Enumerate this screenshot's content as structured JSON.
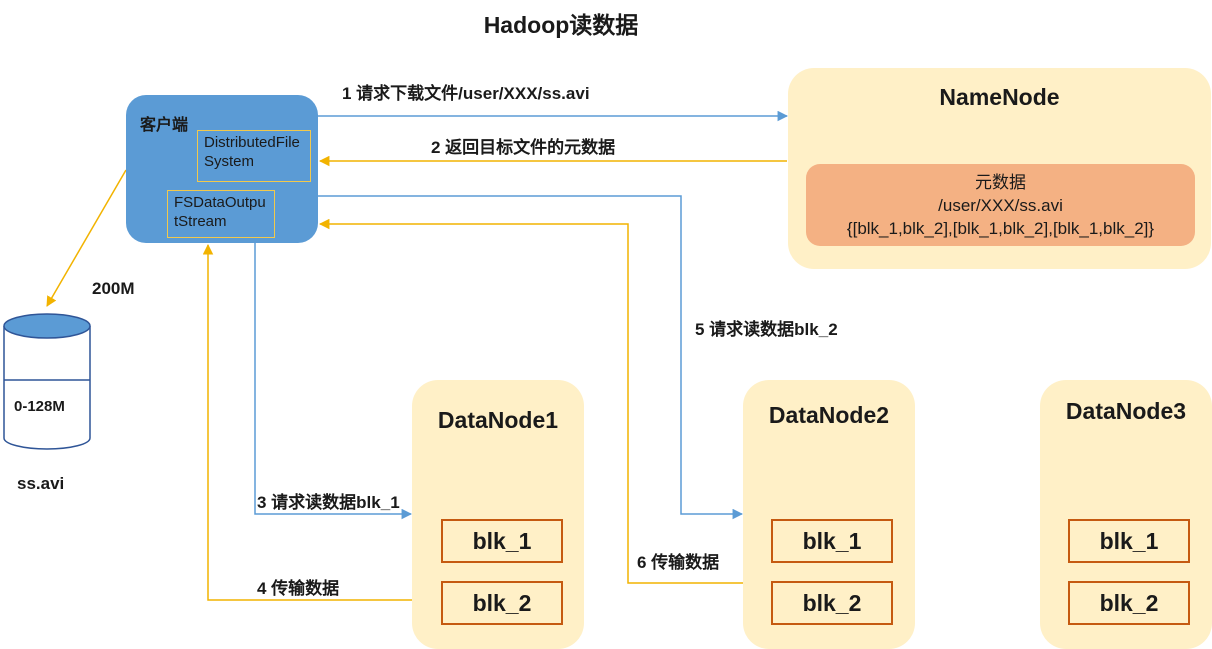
{
  "title": "Hadoop读数据",
  "client": {
    "label": "客户端",
    "dfs": "DistributedFileSystem",
    "stream": "FSDataOutputStream"
  },
  "namenode": {
    "title": "NameNode",
    "metadata": {
      "heading": "元数据",
      "path": "/user/XXX/ss.avi",
      "blocks": "{[blk_1,blk_2],[blk_1,blk_2],[blk_1,blk_2]}"
    }
  },
  "datanodes": [
    {
      "title": "DataNode1",
      "blocks": [
        "blk_1",
        "blk_2"
      ]
    },
    {
      "title": "DataNode2",
      "blocks": [
        "blk_1",
        "blk_2"
      ]
    },
    {
      "title": "DataNode3",
      "blocks": [
        "blk_1",
        "blk_2"
      ]
    }
  ],
  "steps": {
    "s1": "1 请求下载文件/user/XXX/ss.avi",
    "s2": "2 返回目标文件的元数据",
    "s3": "3 请求读数据blk_1",
    "s4": "4 传输数据",
    "s5": "5 请求读数据blk_2",
    "s6": "6 传输数据"
  },
  "local_file": {
    "size": "200M",
    "segment": "0-128M",
    "name": "ss.avi"
  },
  "colors": {
    "request_arrow": "#5b9bd5",
    "response_arrow": "#f2b300",
    "client_fill": "#5b9bd5",
    "node_fill": "#fff0c7",
    "metadata_fill": "#f4b183",
    "block_border": "#c55a11"
  }
}
